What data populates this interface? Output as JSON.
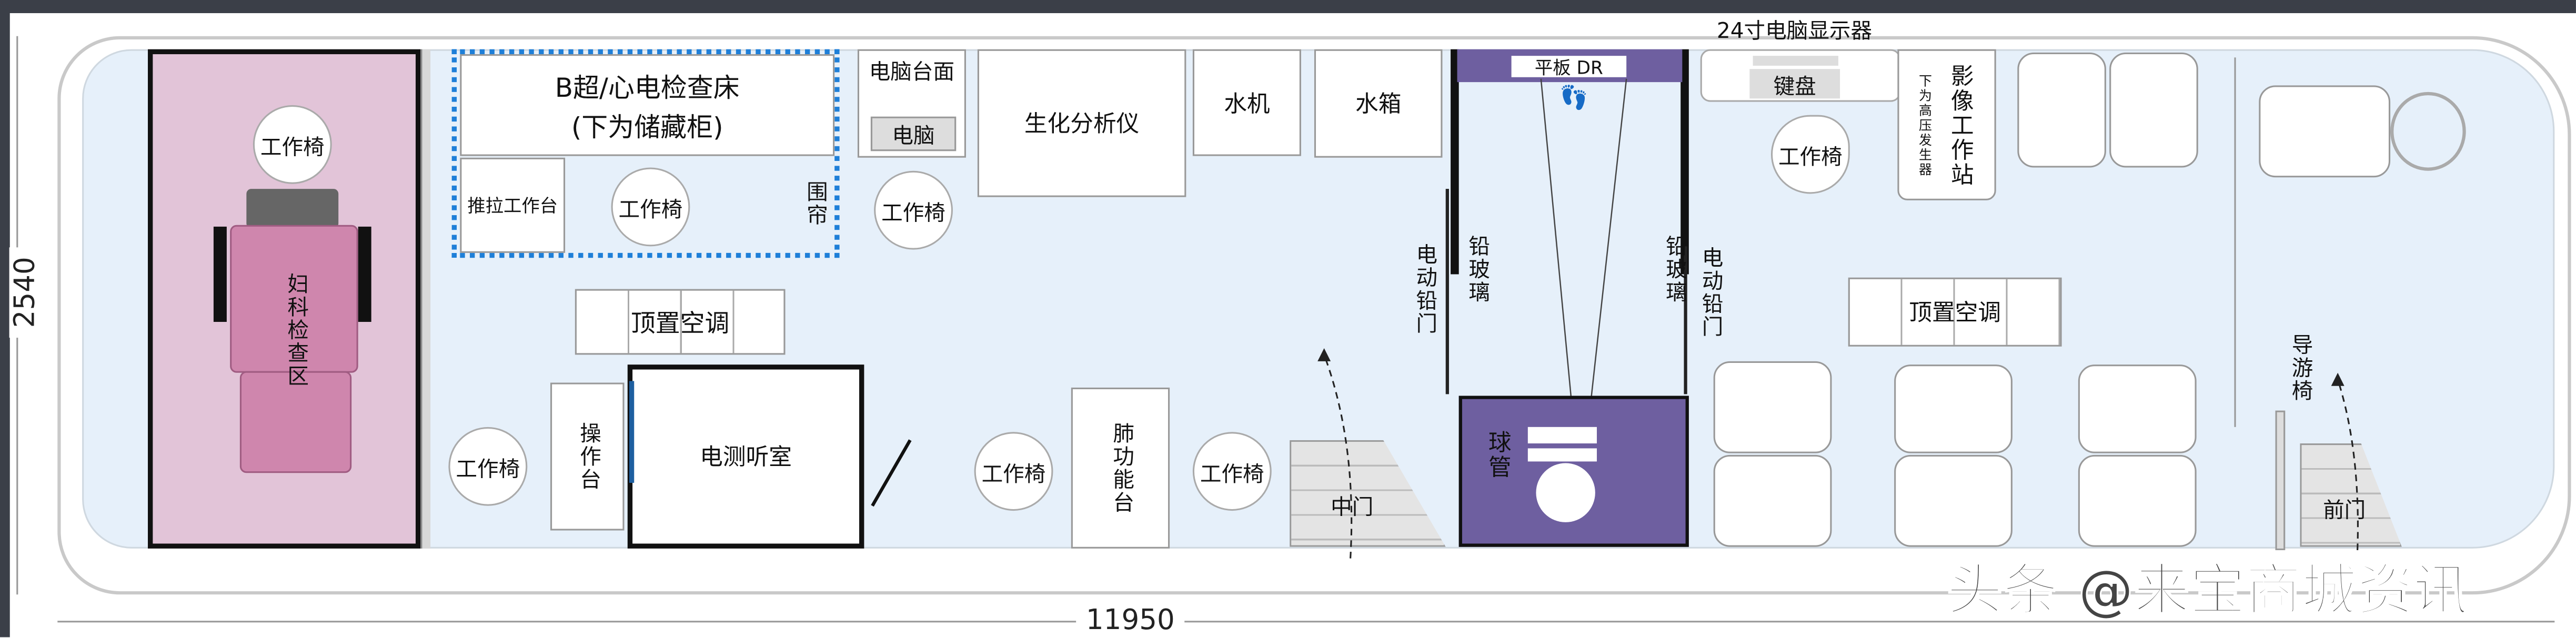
{
  "dimensions": {
    "length": "11950",
    "width": "2540"
  },
  "colors": {
    "floor": "#e6f0fa",
    "gyn_zone": "#e2c4d8",
    "gyn_bed": "#cf86ad",
    "xray": "#6e5fa0",
    "curtain": "#1e7fd8"
  },
  "rear": {
    "gyn_label": "妇科检查区",
    "chair": "工作椅"
  },
  "ultrasound": {
    "bed_line1": "B超/心电检查床",
    "bed_line2": "(下为储藏柜)",
    "slide_desk": "推拉工作台",
    "chair": "工作椅",
    "curtain": "围帘"
  },
  "upper_row": {
    "pc_desk": "电脑台面",
    "pc": "电脑",
    "chair": "工作椅",
    "analyzer": "生化分析仪",
    "water_machine": "水机",
    "water_tank": "水箱"
  },
  "dr_room": {
    "flat_panel": "平板 DR",
    "tube": "球管",
    "left_door": "电动铅门",
    "left_glass": "铅玻璃",
    "right_glass": "铅玻璃",
    "right_door": "电动铅门"
  },
  "lower_row": {
    "ac": "顶置空调",
    "chair1": "工作椅",
    "console": "操作台",
    "audiometry": "电测听室",
    "chair2": "工作椅",
    "lung": "肺功能台",
    "chair3": "工作椅",
    "mid_door": "中门"
  },
  "front": {
    "monitor": "24寸电脑显示器",
    "keyboard": "键盘",
    "chair": "工作椅",
    "workstation_note": "下为高压发生器",
    "workstation": "影像工作站",
    "ac": "顶置空调",
    "guide_seat": "导游椅",
    "front_door": "前门"
  },
  "watermark": "头条 @来宝商城资讯"
}
